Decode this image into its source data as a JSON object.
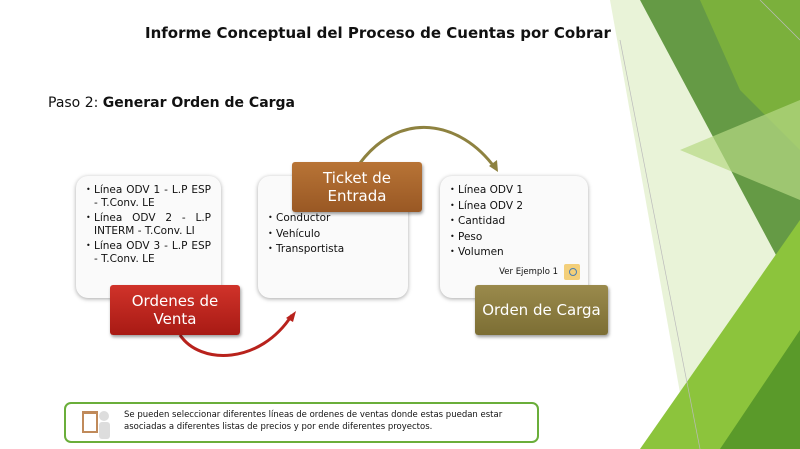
{
  "title": "Informe Conceptual del Proceso de Cuentas por Cobrar",
  "paso": {
    "prefix": "Paso 2: ",
    "name": "Generar Orden de Carga"
  },
  "ordenes": {
    "label": "Ordenes de Venta",
    "items": [
      "Línea ODV 1 - L.P ESP - T.Conv. LE",
      "Línea ODV 2 - L.P INTERM - T.Conv. LI",
      "Línea ODV 3 - L.P ESP - T.Conv. LE"
    ]
  },
  "ticket": {
    "label": "Ticket de Entrada",
    "items": [
      "Conductor",
      "Vehículo",
      "Transportista"
    ]
  },
  "carga": {
    "label": "Orden de Carga",
    "items": [
      "Línea ODV 1",
      "Línea ODV 2",
      "Cantidad",
      "Peso",
      "Volumen"
    ],
    "example": "Ver Ejemplo 1"
  },
  "note": "Se pueden seleccionar diferentes líneas de ordenes de ventas donde estas puedan estar asociadas a diferentes listas de precios y por ende diferentes proyectos.",
  "colors": {
    "red": "#b8221c",
    "brown": "#a8642a",
    "olive": "#8a7a3e",
    "green": "#6aae3a"
  }
}
